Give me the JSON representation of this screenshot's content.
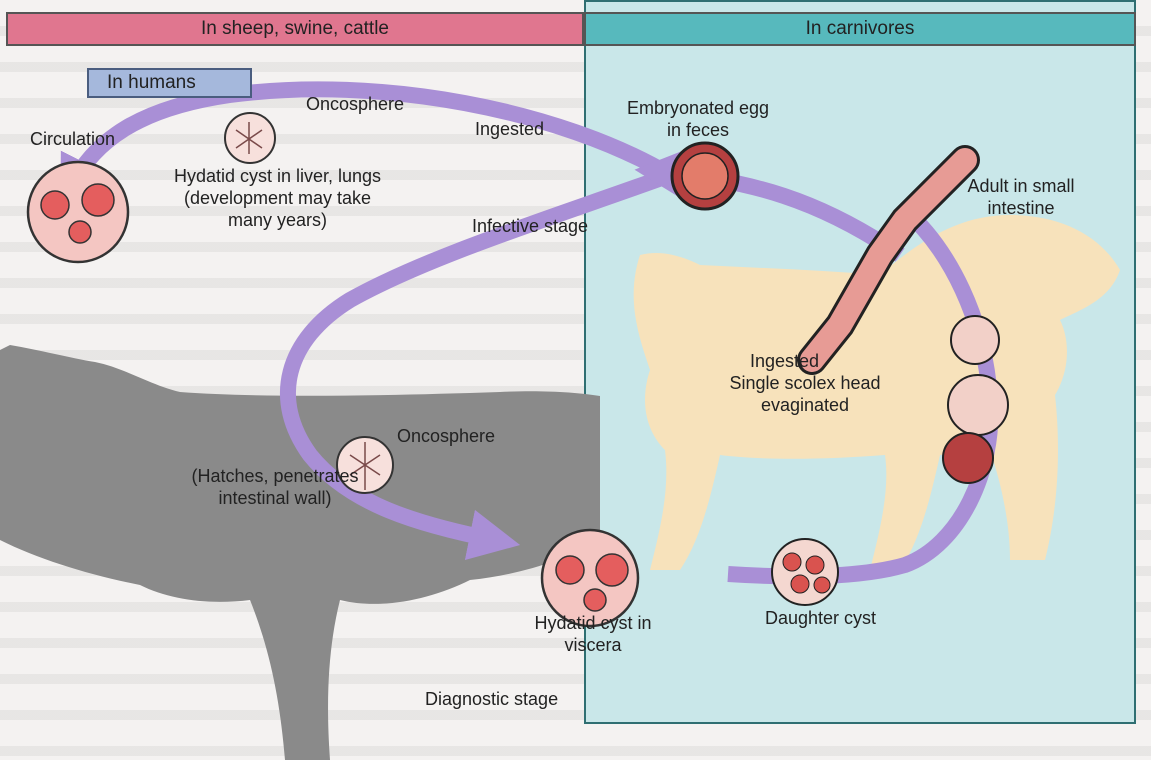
{
  "headers": {
    "left": "In sheep, swine, cattle",
    "right": "In carnivores",
    "humans": "In humans"
  },
  "labels": {
    "oncosphere_top": "Oncosphere",
    "circulation": "Circulation",
    "ingested_top": "Ingested",
    "hydatid_liver": "Hydatid cyst in liver, lungs (development may take many years)",
    "infective_stage": "Infective stage",
    "embryonated_egg": "Embryonated egg in feces",
    "adult_intestine": "Adult in small intestine",
    "ingested_right": "Ingested",
    "single_scolex": "Single scolex head evaginated",
    "oncosphere_mid": "Oncosphere",
    "hatches": "(Hatches, penetrates intestinal wall)",
    "hydatid_viscera": "Hydatid cyst in viscera",
    "daughter_cyst": "Daughter cyst",
    "diagnostic_stage": "Diagnostic stage"
  },
  "colors": {
    "left_header": "#e0768f",
    "right_header": "#57b9bd",
    "right_panel": "#c9e7e9",
    "humans_tag": "#a5b8dc",
    "arrow": "#a98fd6",
    "dog": "#f7e2bb",
    "sheep": "#8a8a8a"
  }
}
